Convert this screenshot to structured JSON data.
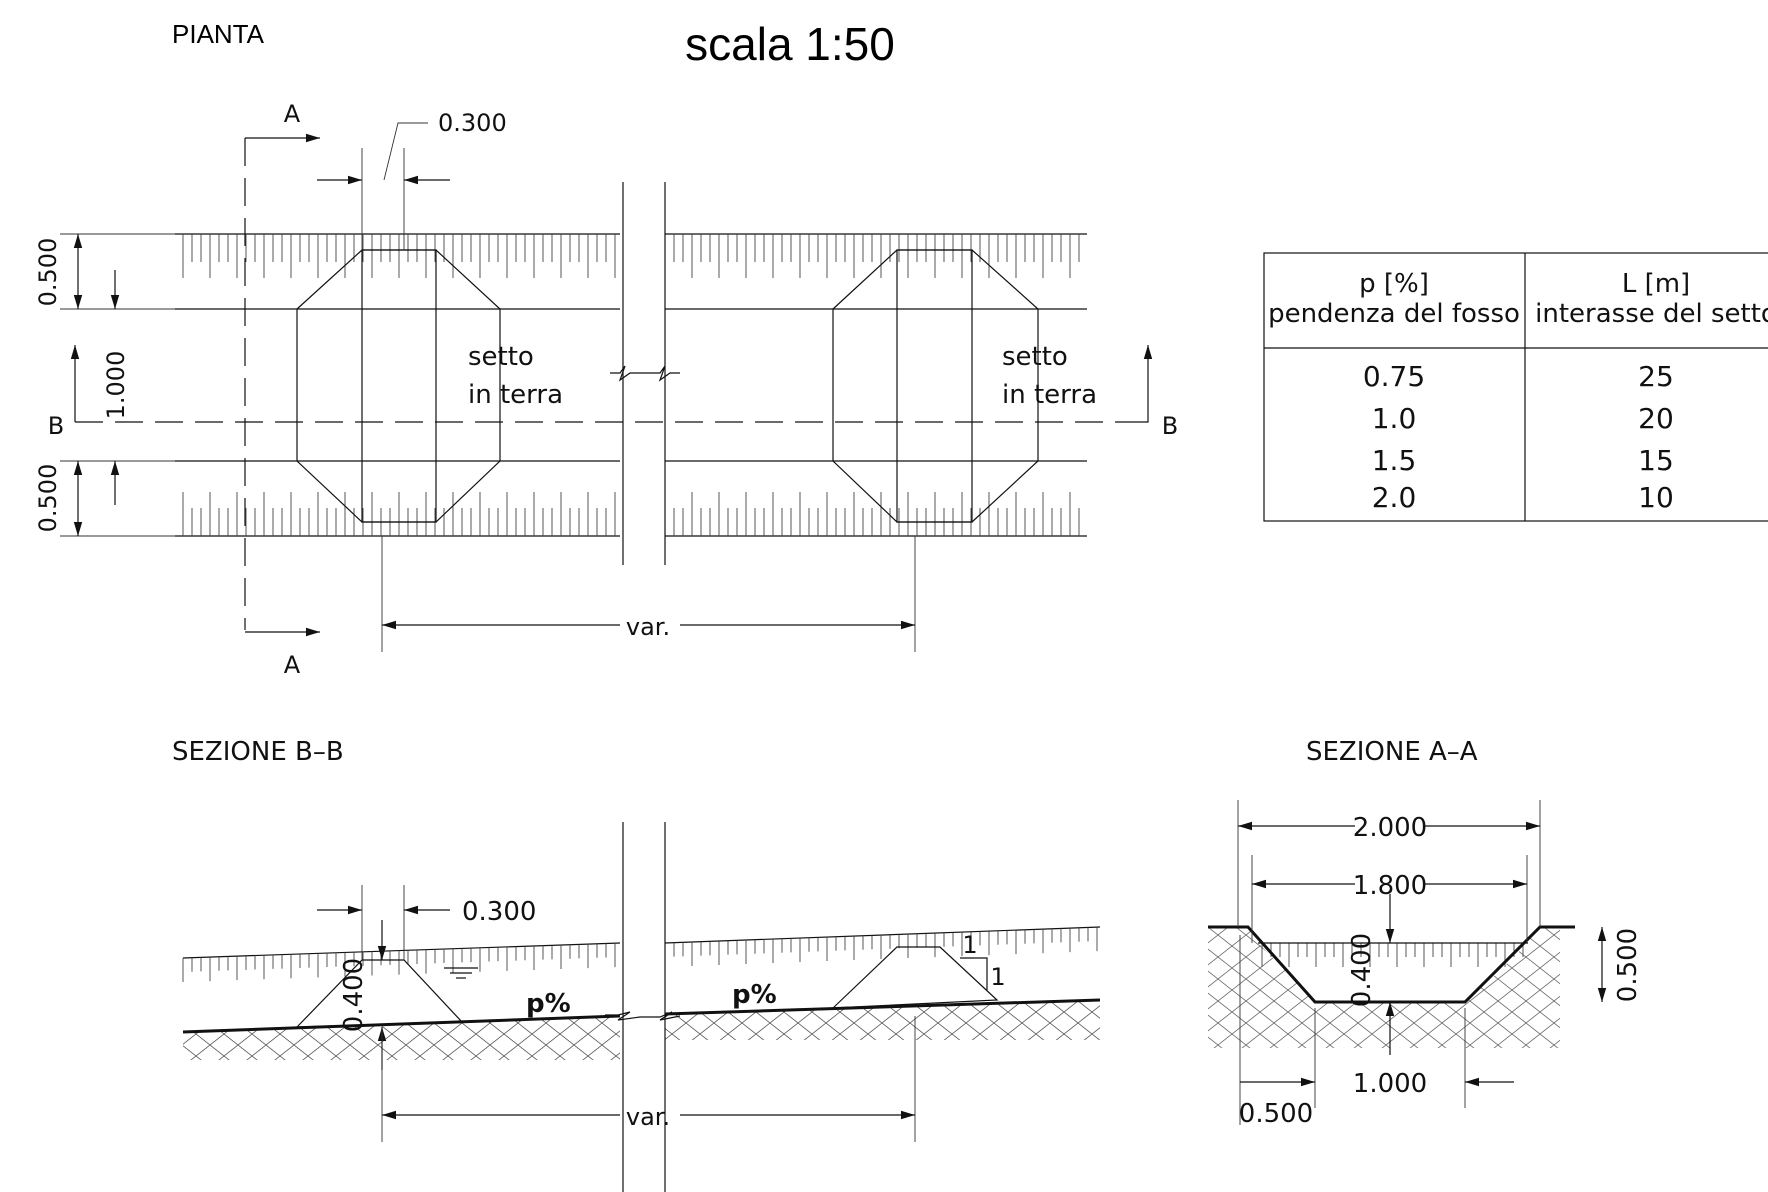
{
  "header": {
    "scale": "scala 1:50",
    "plan_label": "PIANTA"
  },
  "plan": {
    "dim_width": "0.300",
    "dim_top": "0.500",
    "dim_mid": "1.000",
    "dim_bottom": "0.500",
    "dim_spacing": "var.",
    "section_a": "A",
    "section_b": "B",
    "wall_label_1": "setto",
    "wall_label_2": "in  terra"
  },
  "table": {
    "col1_head_1": "p  [%]",
    "col1_head_2": "pendenza  del  fosso",
    "col2_head_1": "L  [m]",
    "col2_head_2": "interasse  del  setto",
    "rows": [
      {
        "p": "0.75",
        "L": "25"
      },
      {
        "p": "1.0",
        "L": "20"
      },
      {
        "p": "1.5",
        "L": "15"
      },
      {
        "p": "2.0",
        "L": "10"
      }
    ]
  },
  "section_bb": {
    "title": "SEZIONE  B–B",
    "dim_width": "0.300",
    "dim_height": "0.400",
    "slope": "p%",
    "dim_spacing": "var.",
    "ratio_1": "1",
    "ratio_2": "1"
  },
  "section_aa": {
    "title": "SEZIONE  A–A",
    "dim_top": "2.000",
    "dim_inner": "1.800",
    "dim_height": "0.400",
    "dim_depth": "0.500",
    "dim_bottom": "1.000",
    "dim_side": "0.500"
  }
}
